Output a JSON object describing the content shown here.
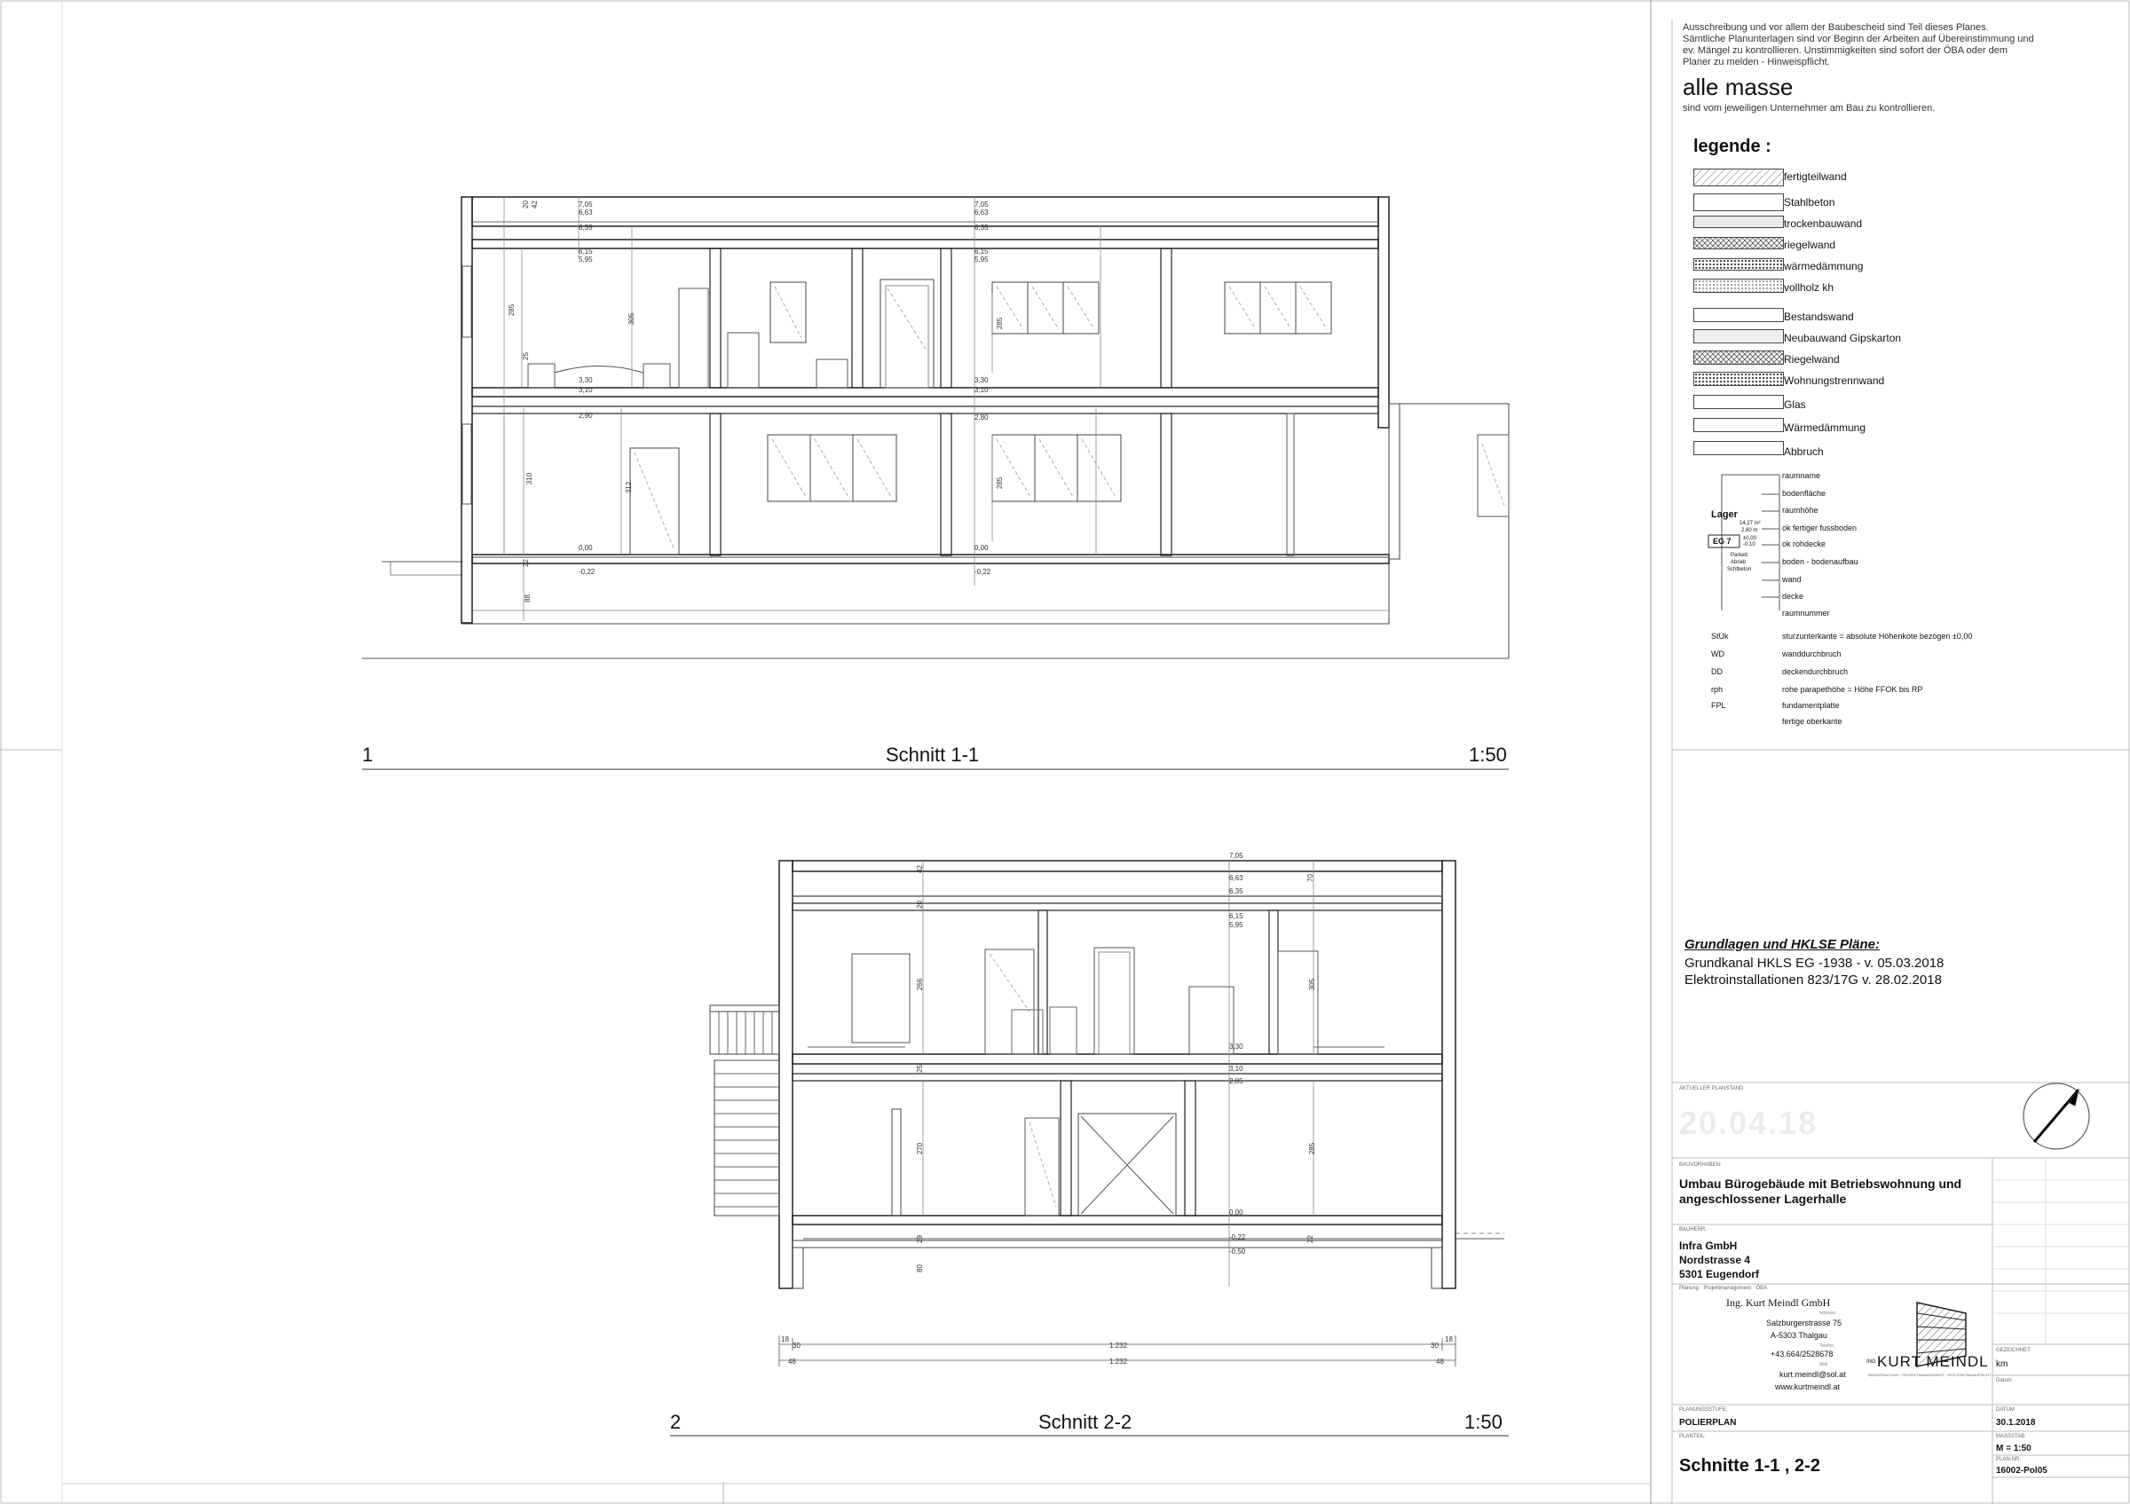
{
  "notes": {
    "line1": "Ausschreibung und vor allem der Baubescheid sind Teil dieses Planes.",
    "line2": "Sämtliche Planunterlagen sind vor Beginn der Arbeiten auf Übereinstimmung und",
    "line3": "ev. Mängel zu kontrollieren. Unstimmigkeiten sind sofort der ÖBA oder dem",
    "line4": "Planer zu melden - Hinweispflicht.",
    "alle_masse": "alle masse",
    "alle_masse_sub": "sind vom jeweiligen Unternehmer am Bau zu kontrollieren."
  },
  "legend": {
    "title": "legende :",
    "materials": [
      {
        "label": "fertigteilwand",
        "fill": "#cfcfcf"
      },
      {
        "label": "Stahlbeton",
        "fill": "#ffffff"
      },
      {
        "label": "trockenbauwand",
        "fill": "#e8e8e8"
      },
      {
        "label": "riegelwand",
        "fill": "#bdbdbd"
      },
      {
        "label": "wärmedämmung",
        "fill": "#f2f2f2"
      },
      {
        "label": "vollholz kh",
        "fill": "#fafafa"
      },
      {
        "label": "Bestandswand",
        "fill": "#ffffff"
      },
      {
        "label": "Neubauwand Gipskarton",
        "fill": "#ededed"
      },
      {
        "label": "Riegelwand",
        "fill": "#bdbdbd"
      },
      {
        "label": "Wohnungstrennwand",
        "fill": "#f5f5f5"
      },
      {
        "label": "Glas",
        "fill": "#ffffff"
      },
      {
        "label": "Wärmedämmung",
        "fill": "#ffffff"
      },
      {
        "label": "Abbruch",
        "fill": "#ffffff"
      }
    ],
    "room_stamp": {
      "name": "Lager",
      "number": "EG 7",
      "labels": [
        "raumname",
        "bodenfläche",
        "raumhöhe",
        "ok fertiger fussboden",
        "ok rohdecke",
        "boden - bodenaufbau",
        "wand",
        "decke",
        "raumnummer"
      ],
      "bp": "14,27 m²",
      "rh": "2,60 m",
      "ffok": "±0,00",
      "rok": "-0,10",
      "b": "Parkett",
      "w": "Abrieb",
      "d": "Schtbeton"
    },
    "abbreviations": [
      {
        "abbr": "StUk",
        "text": "sturzunterkante = absolute Höhenkote bezogen ±0,00"
      },
      {
        "abbr": "WD",
        "text": "wanddurchbruch"
      },
      {
        "abbr": "DD",
        "text": "deckendurchbruch"
      },
      {
        "abbr": "rph",
        "text": "rohe parapethöhe = Höhe FFOK bis RP"
      },
      {
        "abbr": "FPL",
        "text": "fundamentplatte"
      },
      {
        "abbr": "",
        "text": "fertige oberkante"
      }
    ]
  },
  "grundlagen": {
    "title": "Grundlagen und HKLSE Pläne:",
    "line1": "Grundkanal HKLS EG -1938 - v. 05.03.2018",
    "line2": "Elektroinstallationen 823/17G v. 28.02.2018"
  },
  "titleblock": {
    "aktueller_planstand_label": "Aktueller Planstand",
    "stamp_date": "20.04.18",
    "bauvorhaben_label": "BAUVORHABEN:",
    "bauvorhaben_line1": "Umbau Bürogebäude mit Betriebswohnung und",
    "bauvorhaben_line2": "angeschlossener Lagerhalle",
    "bauherr_label": "BAUHERR:",
    "bauherr_line1": "Infra GmbH",
    "bauherr_line2": "Nordstrasse 4",
    "bauherr_line3": "5301 Eugendorf",
    "planung_label": "Planung · Projektmanagement · ÖBA",
    "firm_name": "Ing. Kurt Meindl GmbH",
    "firm_address_label": "Adresse",
    "firm_street": "Salzburgerstrasse 75",
    "firm_city": "A-5303 Thalgau",
    "firm_tel_label": "Telefon",
    "firm_phone": "+43.664/2528678",
    "firm_mail_label": "Mail",
    "firm_email": "kurt.meindl@sol.at",
    "firm_web": "www.kurtmeindl.at",
    "logo_text": "KURT MEINDL",
    "logo_prefix": "ING",
    "logo_sub": "BAUGESTALTUNG · PROJEKTMANAGEMENT · ÖRTLICHE BAUAUFSICHT",
    "gezeichnet_label": "GEZEICHNET:",
    "gezeichnet_value": "km",
    "datum_label": "Datum",
    "planungsstufe_label": "PLANUNGSSTUFE:",
    "planungsstufe_value": "POLIERPLAN",
    "datum2_label": "DATUM",
    "datum_value": "30.1.2018",
    "planteil_label": "PLANTEIL:",
    "planteil_value": "Schnitte 1-1 , 2-2",
    "massstab_label": "MASSSTAB:",
    "massstab_value": "M = 1:50",
    "plannr_label": "PLAN-NR:",
    "plannr_value": "16002-Pol05"
  },
  "sections": [
    {
      "number": "1",
      "title": "Schnitt 1-1",
      "scale": "1:50"
    },
    {
      "number": "2",
      "title": "Schnitt 2-2",
      "scale": "1:50"
    }
  ],
  "s1_levels": {
    "a": "7,05",
    "b": "6,63",
    "c": "6,35",
    "d": "6,15",
    "e": "5,95",
    "f": "3,30",
    "g": "3,10",
    "h": "2,90",
    "i": "2,80",
    "j": "0,00",
    "k": "-0,22"
  },
  "s1_dims": {
    "h1": "285",
    "h2": "305",
    "h3": "310",
    "h4": "312",
    "h5": "285",
    "f": "88",
    "w": "20",
    "x": "42",
    "y": "25",
    "z": "22"
  },
  "s2_levels": {
    "a": "7,05",
    "b": "6,63",
    "c": "6,35",
    "d": "6,15",
    "e": "5,95",
    "f": "3,30",
    "g": "3,10",
    "h": "2,85",
    "i": "0,00",
    "j": "-0,22",
    "k": "-0,50"
  },
  "s2_dims": {
    "h1": "266",
    "h2": "270",
    "h3": "285",
    "h4": "305",
    "f": "80",
    "top": "70",
    "w": "29",
    "x": "42",
    "y": "22",
    "z": "20"
  },
  "s2_dimline": {
    "left_outer": "18",
    "left_inner": "30",
    "left_wall": "48",
    "middle": "1.232",
    "right_outer": "18",
    "right_inner": "30",
    "right_wall": "48"
  }
}
